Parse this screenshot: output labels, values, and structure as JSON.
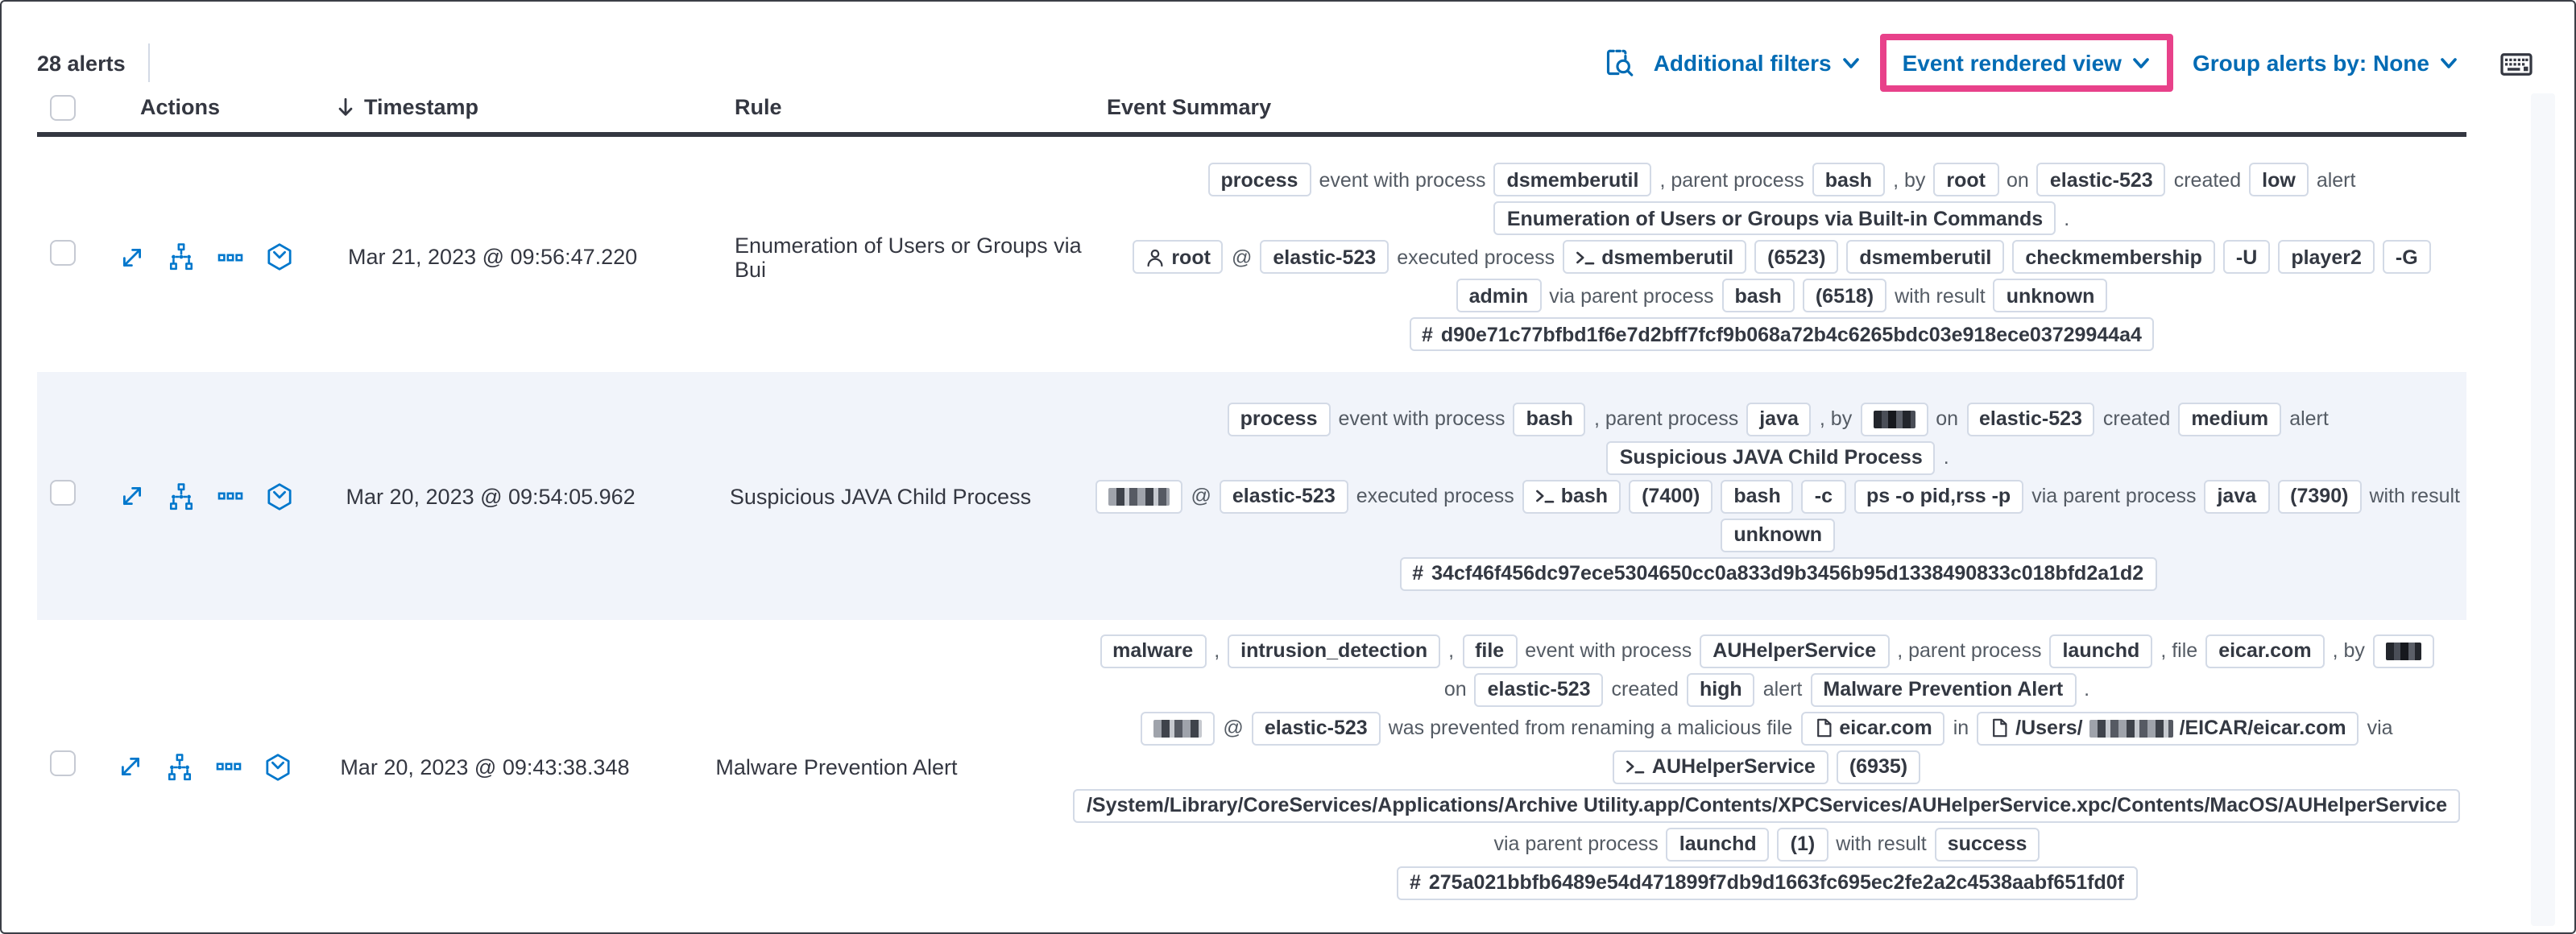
{
  "toolbar": {
    "alerts_count": "28 alerts",
    "additional_filters": "Additional filters",
    "view_selector": "Event rendered view",
    "group_by": "Group alerts by: None"
  },
  "table": {
    "headers": {
      "actions": "Actions",
      "timestamp": "Timestamp",
      "rule": "Rule",
      "event_summary": "Event Summary"
    },
    "rows": [
      {
        "timestamp": "Mar 21, 2023 @ 09:56:47.220",
        "rule": "Enumeration of Users or Groups via Bui",
        "striped": false,
        "lines": [
          [
            {
              "b": [
                {
                  "t": "process"
                }
              ]
            },
            {
              "t": "event with process"
            },
            {
              "b": [
                {
                  "t": "dsmemberutil"
                }
              ]
            },
            {
              "t": ", parent process"
            },
            {
              "b": [
                {
                  "t": "bash"
                }
              ]
            },
            {
              "t": ", by"
            },
            {
              "b": [
                {
                  "t": "root"
                }
              ]
            },
            {
              "t": "on"
            },
            {
              "b": [
                {
                  "t": "elastic-523"
                }
              ]
            },
            {
              "t": "created"
            },
            {
              "b": [
                {
                  "t": "low"
                }
              ]
            },
            {
              "t": "alert"
            }
          ],
          [
            {
              "b": [
                {
                  "t": "Enumeration of Users or Groups via Built-in Commands"
                }
              ]
            },
            {
              "t": "."
            }
          ],
          [
            {
              "icon": "user",
              "b": [
                {
                  "t": "root"
                }
              ]
            },
            {
              "t": "@"
            },
            {
              "b": [
                {
                  "t": "elastic-523"
                }
              ]
            },
            {
              "t": "executed process"
            },
            {
              "icon": "terminal",
              "b": [
                {
                  "t": "dsmemberutil"
                }
              ]
            },
            {
              "b": [
                {
                  "t": "(6523)"
                }
              ]
            },
            {
              "b": [
                {
                  "t": "dsmemberutil"
                }
              ]
            },
            {
              "b": [
                {
                  "t": "checkmembership"
                }
              ]
            },
            {
              "b": [
                {
                  "t": "-U"
                }
              ]
            },
            {
              "b": [
                {
                  "t": "player2"
                }
              ]
            },
            {
              "b": [
                {
                  "t": "-G"
                }
              ]
            }
          ],
          [
            {
              "b": [
                {
                  "t": "admin"
                }
              ]
            },
            {
              "t": "via parent process"
            },
            {
              "b": [
                {
                  "t": "bash"
                }
              ]
            },
            {
              "b": [
                {
                  "t": "(6518)"
                }
              ]
            },
            {
              "t": "with result"
            },
            {
              "b": [
                {
                  "t": "unknown"
                }
              ]
            }
          ],
          [
            {
              "icon": "hash",
              "b": [
                {
                  "t": "d90e71c77bfbd1f6e7d2bff7fcf9b068a72b4c6265bdc03e918ece03729944a4"
                }
              ]
            }
          ]
        ]
      },
      {
        "timestamp": "Mar 20, 2023 @ 09:54:05.962",
        "rule": "Suspicious JAVA Child Process",
        "striped": true,
        "lines": [
          [
            {
              "b": [
                {
                  "t": "process"
                }
              ]
            },
            {
              "t": "event with process"
            },
            {
              "b": [
                {
                  "t": "bash"
                }
              ]
            },
            {
              "t": ", parent process"
            },
            {
              "b": [
                {
                  "t": "java"
                }
              ]
            },
            {
              "t": ", by"
            },
            {
              "b": [
                {
                  "r": "dark",
                  "w": 26
                }
              ]
            },
            {
              "t": "on"
            },
            {
              "b": [
                {
                  "t": "elastic-523"
                }
              ]
            },
            {
              "t": "created"
            },
            {
              "b": [
                {
                  "t": "medium"
                }
              ]
            },
            {
              "t": "alert"
            }
          ],
          [
            {
              "b": [
                {
                  "t": "Suspicious JAVA Child Process"
                }
              ]
            },
            {
              "t": "."
            }
          ],
          [
            {
              "b": [
                {
                  "r": "gray",
                  "w": 38
                }
              ]
            },
            {
              "t": "@"
            },
            {
              "b": [
                {
                  "t": "elastic-523"
                }
              ]
            },
            {
              "t": "executed process"
            },
            {
              "icon": "terminal",
              "b": [
                {
                  "t": "bash"
                }
              ]
            },
            {
              "b": [
                {
                  "t": "(7400)"
                }
              ]
            },
            {
              "b": [
                {
                  "t": "bash"
                }
              ]
            },
            {
              "b": [
                {
                  "t": "-c"
                }
              ]
            },
            {
              "b": [
                {
                  "t": "ps -o pid,rss -p"
                }
              ]
            },
            {
              "t": "via parent process"
            },
            {
              "b": [
                {
                  "t": "java"
                }
              ]
            },
            {
              "b": [
                {
                  "t": "(7390)"
                }
              ]
            },
            {
              "t": "with result"
            }
          ],
          [
            {
              "b": [
                {
                  "t": "unknown"
                }
              ]
            }
          ],
          [
            {
              "icon": "hash",
              "b": [
                {
                  "t": "34cf46f456dc97ece5304650cc0a833d9b3456b95d1338490833c018bfd2a1d2"
                }
              ]
            }
          ]
        ]
      },
      {
        "timestamp": "Mar 20, 2023 @ 09:43:38.348",
        "rule": "Malware Prevention Alert",
        "striped": false,
        "lines": [
          [
            {
              "b": [
                {
                  "t": "malware"
                }
              ]
            },
            {
              "t": ","
            },
            {
              "b": [
                {
                  "t": "intrusion_detection"
                }
              ]
            },
            {
              "t": ","
            },
            {
              "b": [
                {
                  "t": "file"
                }
              ]
            },
            {
              "t": "event with process"
            },
            {
              "b": [
                {
                  "t": "AUHelperService"
                }
              ]
            },
            {
              "t": ", parent process"
            },
            {
              "b": [
                {
                  "t": "launchd"
                }
              ]
            },
            {
              "t": ", file"
            },
            {
              "b": [
                {
                  "t": "eicar.com"
                }
              ]
            },
            {
              "t": ", by"
            },
            {
              "b": [
                {
                  "r": "dark",
                  "w": 22
                }
              ]
            }
          ],
          [
            {
              "t": "on"
            },
            {
              "b": [
                {
                  "t": "elastic-523"
                }
              ]
            },
            {
              "t": "created"
            },
            {
              "b": [
                {
                  "t": "high"
                }
              ]
            },
            {
              "t": "alert"
            },
            {
              "b": [
                {
                  "t": "Malware Prevention Alert"
                }
              ]
            },
            {
              "t": "."
            }
          ],
          [
            {
              "b": [
                {
                  "r": "gray",
                  "w": 30
                }
              ]
            },
            {
              "t": "@"
            },
            {
              "b": [
                {
                  "t": "elastic-523"
                }
              ]
            },
            {
              "t": "was prevented from renaming a malicious file"
            },
            {
              "icon": "file",
              "b": [
                {
                  "t": "eicar.com"
                }
              ]
            },
            {
              "t": "in"
            },
            {
              "icon": "file",
              "b": [
                {
                  "t": "/Users/"
                },
                {
                  "r": "gray",
                  "w": 52
                },
                {
                  "t": "/EICAR/eicar.com"
                }
              ]
            },
            {
              "t": "via"
            }
          ],
          [
            {
              "icon": "terminal",
              "b": [
                {
                  "t": "AUHelperService"
                }
              ]
            },
            {
              "b": [
                {
                  "t": "(6935)"
                }
              ]
            }
          ],
          [
            {
              "b": [
                {
                  "t": "/System/Library/CoreServices/Applications/Archive Utility.app/Contents/XPCServices/AUHelperService.xpc/Contents/MacOS/AUHelperService"
                }
              ]
            }
          ],
          [
            {
              "t": "via parent process"
            },
            {
              "b": [
                {
                  "t": "launchd"
                }
              ]
            },
            {
              "b": [
                {
                  "t": "(1)"
                }
              ]
            },
            {
              "t": "with result"
            },
            {
              "b": [
                {
                  "t": "success"
                }
              ]
            }
          ],
          [
            {
              "icon": "hash",
              "b": [
                {
                  "t": "275a021bbfb6489e54d471899f7db9d1663fc695ec2fe2a2c4538aabf651fd0f"
                }
              ]
            }
          ]
        ]
      }
    ]
  },
  "colors": {
    "accent_blue": "#0077CC",
    "link_blue": "#006BB4",
    "highlight_pink": "#E8418A",
    "header_dark": "#343741",
    "badge_border": "#D3DAE6",
    "stripe_bg": "#F1F4FA"
  }
}
